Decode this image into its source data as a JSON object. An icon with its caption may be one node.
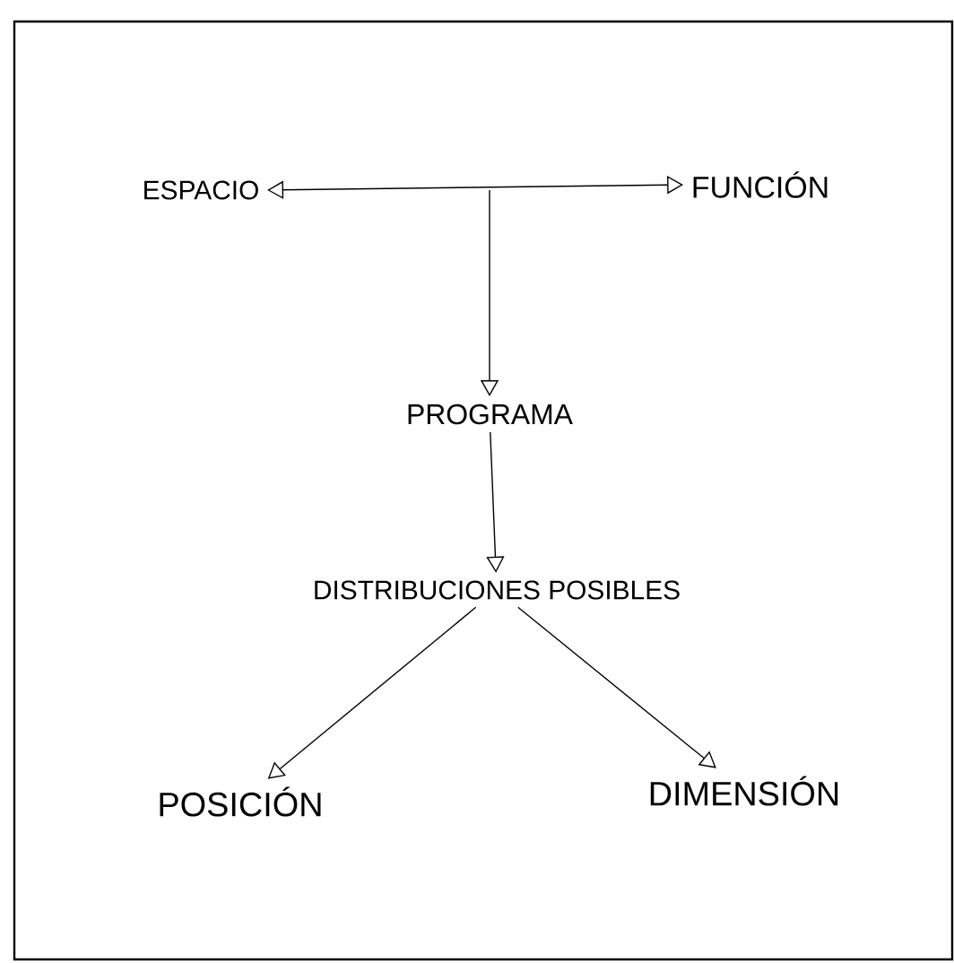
{
  "diagram": {
    "nodes": [
      {
        "text": [
          "ESPACIO"
        ]
      },
      {
        "text": [
          "FUNCIÓN"
        ]
      },
      {
        "text": [
          "PROGRAMA"
        ]
      },
      {
        "text": [
          "DISTRIBUCIONES POSIBLES"
        ]
      },
      {
        "text": [
          "POSICIÓN"
        ]
      },
      {
        "text": [
          "DIMENSIÓN"
        ]
      }
    ],
    "edges": [
      {
        "from": 0,
        "to": 1,
        "arrow": "both"
      },
      {
        "from": null,
        "to": 2,
        "arrow": "to"
      },
      {
        "from": 2,
        "to": 3,
        "arrow": "to"
      },
      {
        "from": 3,
        "to": 4,
        "arrow": "to"
      },
      {
        "from": 3,
        "to": 5,
        "arrow": "to"
      }
    ]
  }
}
